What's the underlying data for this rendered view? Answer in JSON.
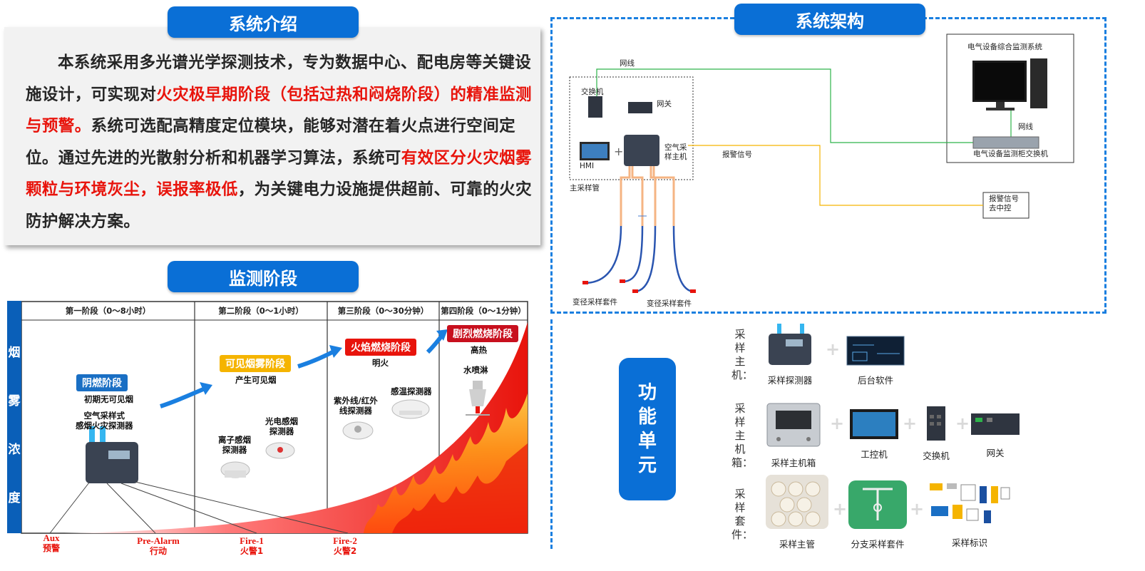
{
  "intro": {
    "title": "系统介绍",
    "p1": "本系统采用多光谱光学探测技术，专为数据中心、配电房等关键设施设计，可实现对",
    "p2_red": "火灾极早期阶段（包括过热和闷烧阶段）的精准监测与预警。",
    "p3": "系统可选配高精度定位模块，能够对潜在着火点进行空间定位。通过先进的光散射分析和机器学习算法，系统可",
    "p4_red": "有效区分火灾烟雾颗粒与环境灰尘，误报率极低",
    "p5": "，为关键电力设施提供超前、可靠的火灾防护解决方案。"
  },
  "monitor": {
    "title": "监测阶段",
    "y_axis": [
      "烟",
      "雾",
      "浓",
      "度"
    ],
    "phases": [
      {
        "head": "第一阶段（0～8小时）",
        "tag": "阴燃阶段",
        "tag_color": "#1a6fc4",
        "note": "初期无可见烟"
      },
      {
        "head": "第二阶段（0～1小时）",
        "tag": "可见烟雾阶段",
        "tag_color": "#f5b400",
        "note": "产生可见烟"
      },
      {
        "head": "第三阶段（0～30分钟）",
        "tag": "火焰燃烧阶段",
        "tag_color": "#e8140c",
        "note": "明火"
      },
      {
        "head": "第四阶段（0～1分钟）",
        "tag": "剧烈燃烧阶段",
        "tag_color": "#c8101e",
        "note": "高热"
      }
    ],
    "devices": {
      "d1": "空气采样式\n感烟火灾探测器",
      "d2": "离子感烟\n探测器",
      "d3": "光电感烟\n探测器",
      "d4": "紫外线/红外\n线探测器",
      "d5": "感温探测器",
      "d6": "水喷淋"
    },
    "alarms": [
      {
        "en": "Aux",
        "cn": "预警"
      },
      {
        "en": "Pre-Alarm",
        "cn": "行动"
      },
      {
        "en": "Fire-1",
        "cn": "火警1"
      },
      {
        "en": "Fire-2",
        "cn": "火警2"
      }
    ]
  },
  "arch": {
    "title": "系统架构",
    "monitor_system": "电气设备综合监测系统",
    "net1": "网线",
    "net2": "网线",
    "switch": "交换机",
    "gateway": "网关",
    "hmi": "HMI",
    "host": "空气采\n样主机",
    "alarm_signal": "报警信号",
    "cabinet_switch": "电气设备监测柜交换机",
    "main_pipe": "主采样管",
    "alarm_to": "报警信号\n去中控",
    "kit1": "变径采样套件",
    "kit2": "变径采样套件",
    "colors": {
      "network": "#2db34a",
      "alarm": "#f5b400",
      "pipe": "#f5b483",
      "tube": "#2a55b0"
    }
  },
  "units": {
    "label": [
      "功",
      "能",
      "单",
      "元"
    ],
    "rows": [
      {
        "label": [
          "采",
          "样",
          "主",
          "机："
        ],
        "items": [
          "采样探测器",
          "后台软件"
        ]
      },
      {
        "label": [
          "采",
          "样",
          "主",
          "机",
          "箱："
        ],
        "items": [
          "采样主机箱",
          "工控机",
          "交换机",
          "网关"
        ]
      },
      {
        "label": [
          "采",
          "样",
          "套",
          "件："
        ],
        "items": [
          "采样主管",
          "分支采样套件",
          "采样标识"
        ]
      }
    ]
  }
}
